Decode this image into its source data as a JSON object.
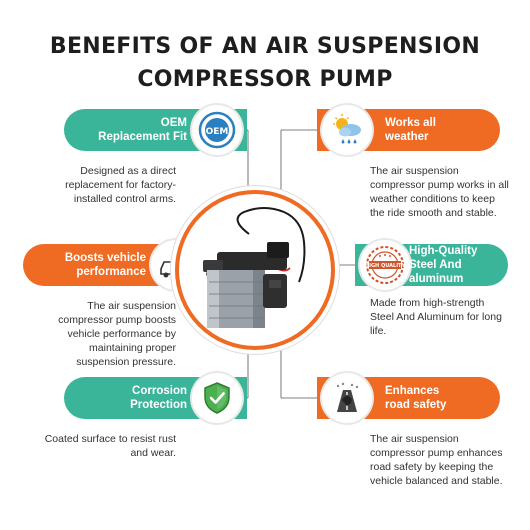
{
  "title": {
    "line1": "BENEFITS OF AN AIR SUSPENSION",
    "line2": "COMPRESSOR PUMP"
  },
  "benefits": [
    {
      "side": "left",
      "color": "#3ab59a",
      "icon": "oem-badge-icon",
      "label_line1": "OEM",
      "label_line2": "Replacement Fit",
      "badge_text": "OEM",
      "desc": [
        "Designed as a direct",
        "replacement for factory-",
        "installed control arms."
      ]
    },
    {
      "side": "right",
      "color": "#ef6a22",
      "icon": "weather-icon",
      "label_line1": "Works all",
      "label_line2": "weather",
      "desc": [
        "The air suspension",
        "compressor pump works in all",
        "weather conditions to keep",
        "the ride smooth and stable."
      ]
    },
    {
      "side": "left",
      "color": "#ef6a22",
      "icon": "car-shield-icon",
      "label_line1": "Boosts vehicle",
      "label_line2": "performance",
      "desc": [
        "The air suspension",
        "compressor pump boosts",
        "vehicle performance by",
        "maintaining proper",
        "suspension pressure."
      ]
    },
    {
      "side": "right",
      "color": "#3ab59a",
      "icon": "high-quality-stamp-icon",
      "label_line1": "High-Quality",
      "label_line2": "Steel And",
      "label_line3": "aluminum",
      "badge_text": "HIGH QUALITY",
      "desc": [
        "Made from high-strength",
        "Steel And Aluminum for long",
        "life."
      ]
    },
    {
      "side": "left",
      "color": "#3ab59a",
      "icon": "shield-check-icon",
      "label_line1": "Corrosion",
      "label_line2": "Protection",
      "desc": [
        "Coated surface to resist rust",
        "and wear."
      ]
    },
    {
      "side": "right",
      "color": "#ef6a22",
      "icon": "road-safety-icon",
      "label_line1": "Enhances",
      "label_line2": "road safety",
      "desc": [
        "The air suspension",
        "compressor pump enhances",
        "road safety by keeping the",
        "vehicle balanced and stable."
      ]
    }
  ],
  "colors": {
    "green": "#3ab59a",
    "orange": "#ef6a22",
    "title": "#1e1e1e"
  }
}
